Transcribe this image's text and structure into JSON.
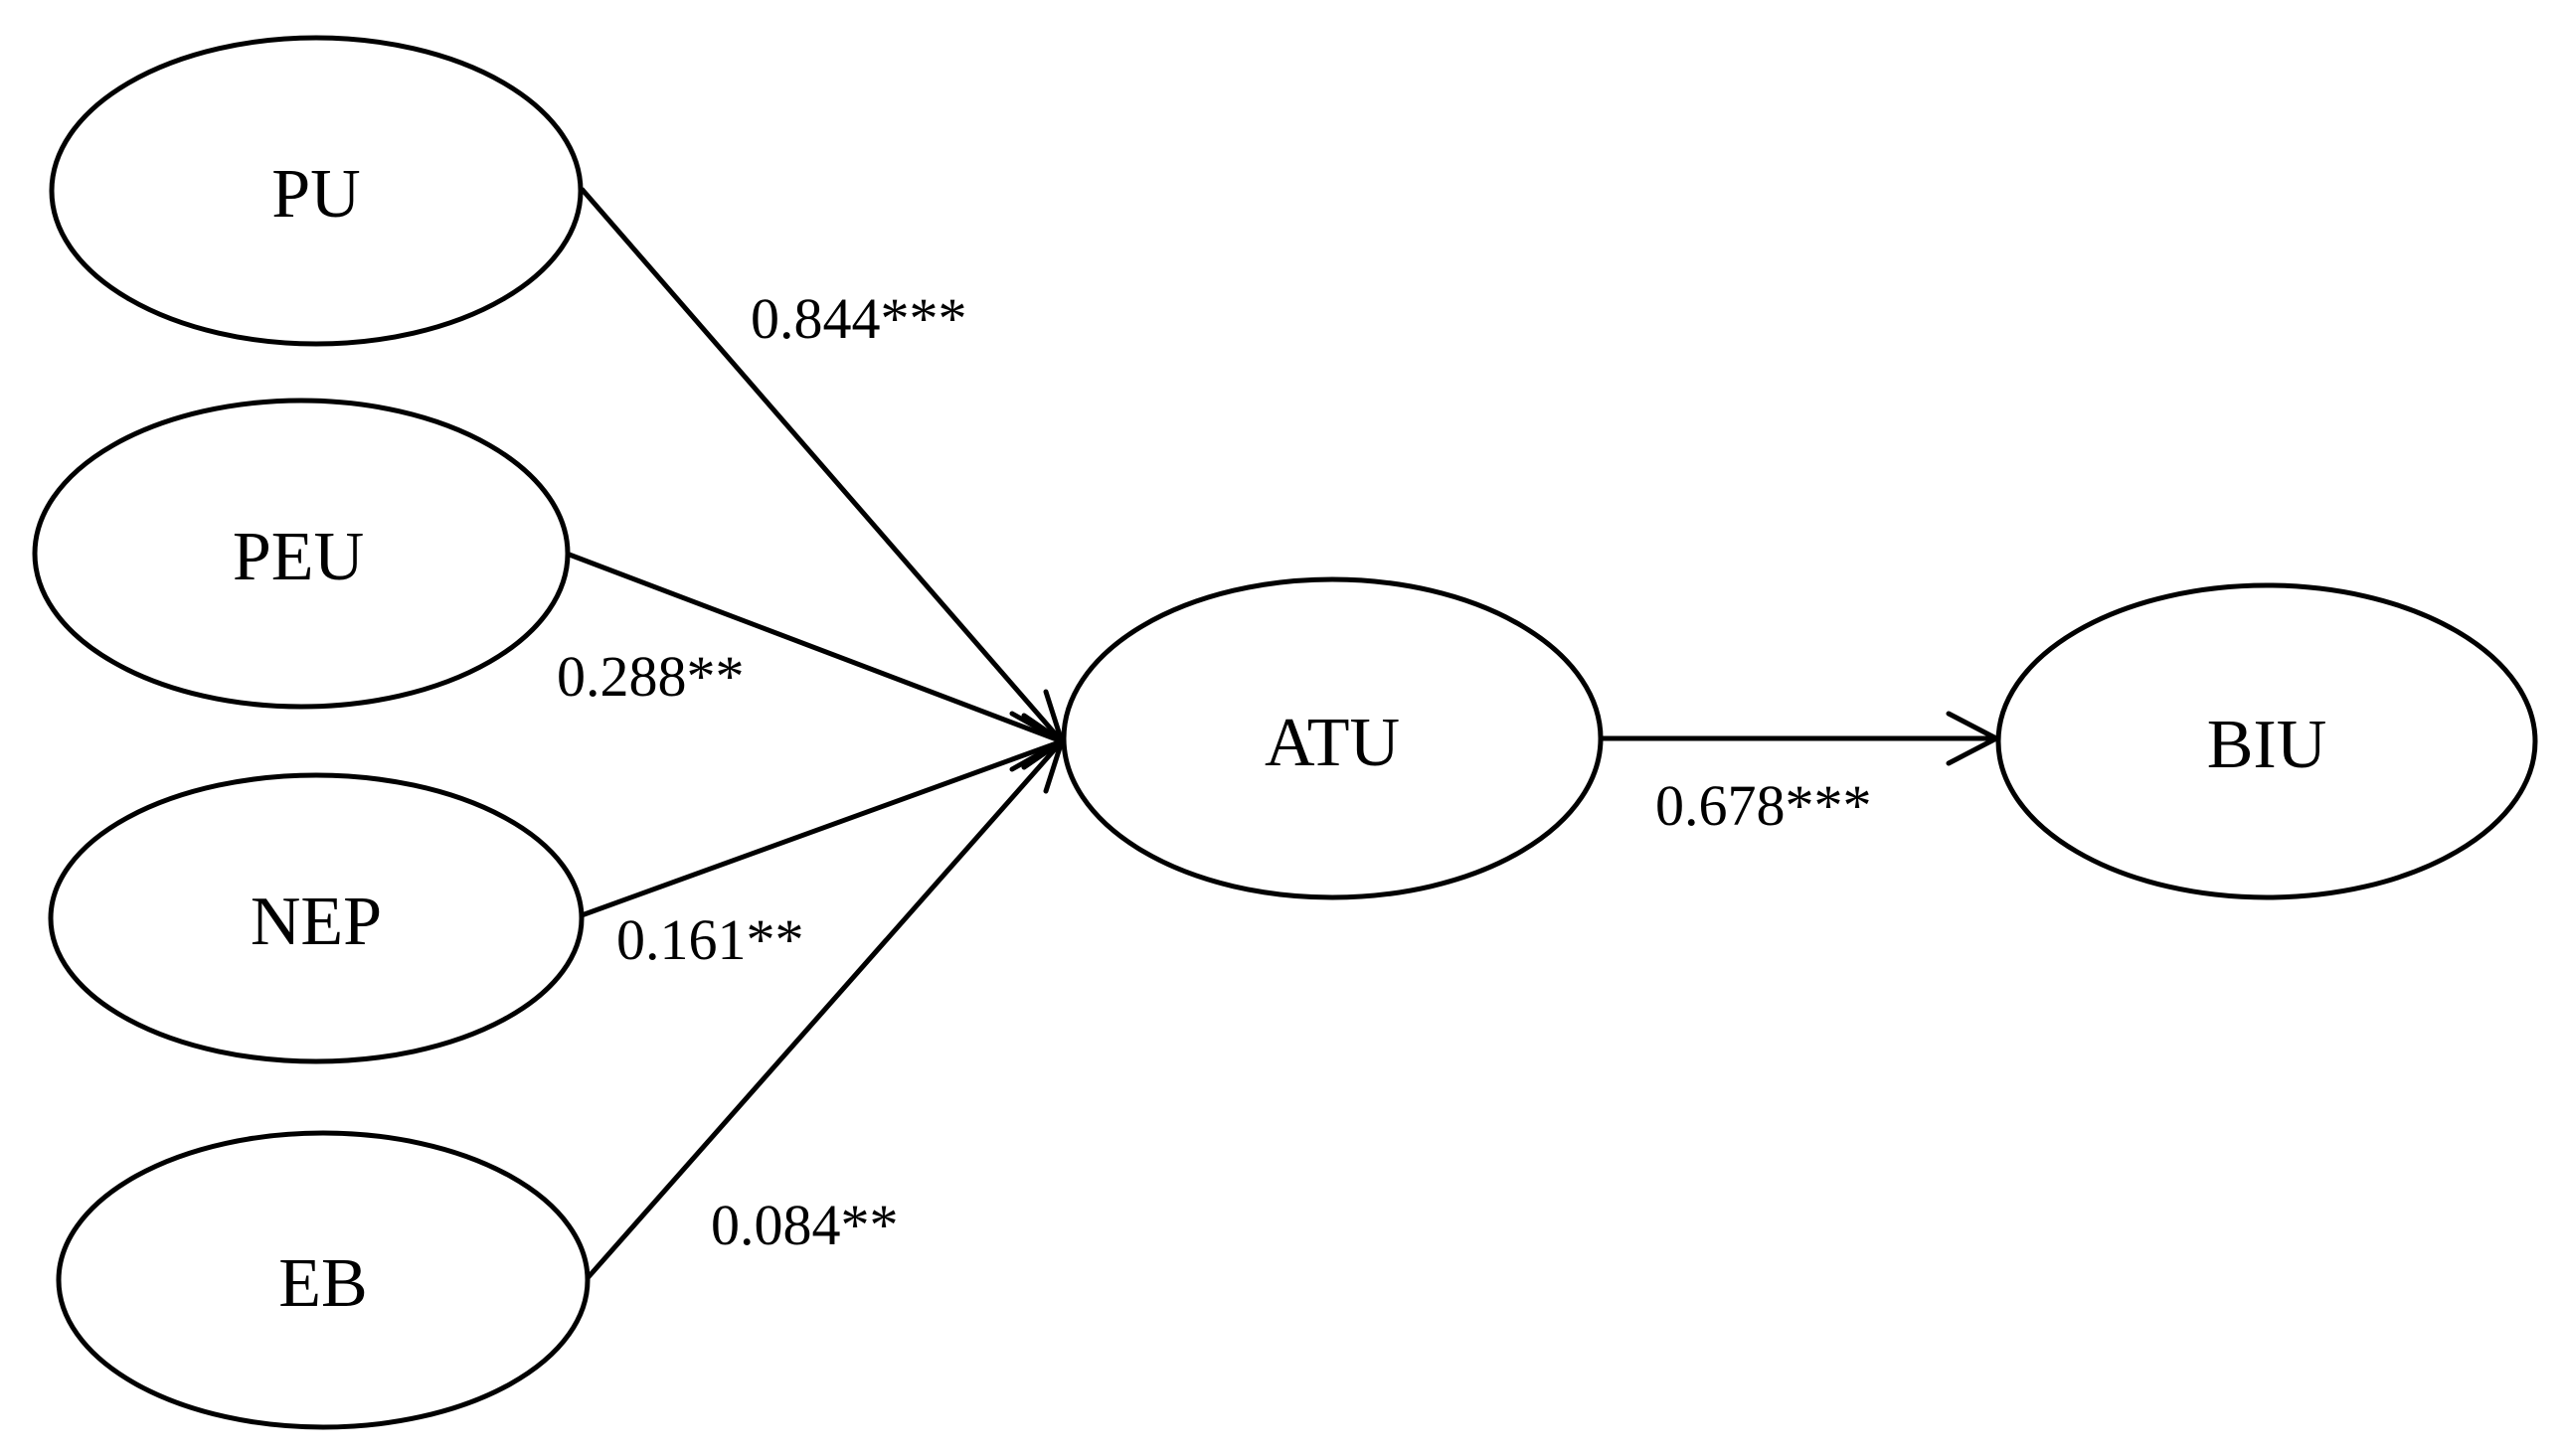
{
  "diagram": {
    "nodes": [
      {
        "id": "PU",
        "label": "PU"
      },
      {
        "id": "PEU",
        "label": "PEU"
      },
      {
        "id": "NEP",
        "label": "NEP"
      },
      {
        "id": "EB",
        "label": "EB"
      },
      {
        "id": "ATU",
        "label": "ATU"
      },
      {
        "id": "BIU",
        "label": "BIU"
      }
    ],
    "edges": [
      {
        "from": "PU",
        "to": "ATU",
        "label": "0.844***"
      },
      {
        "from": "PEU",
        "to": "ATU",
        "label": "0.288**"
      },
      {
        "from": "NEP",
        "to": "ATU",
        "label": "0.161**"
      },
      {
        "from": "EB",
        "to": "ATU",
        "label": "0.084**"
      },
      {
        "from": "ATU",
        "to": "BIU",
        "label": "0.678***"
      }
    ],
    "colors": {
      "stroke": "#000000",
      "background": "#ffffff"
    }
  }
}
